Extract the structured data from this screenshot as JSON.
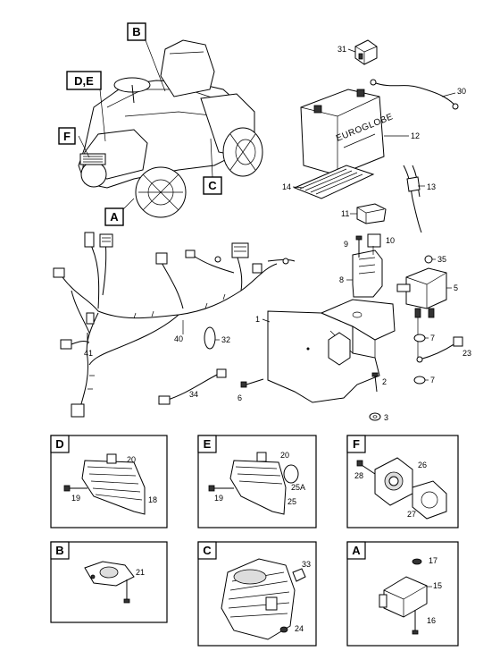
{
  "callouts": {
    "B": "B",
    "DE": "D,E",
    "F": "F",
    "C": "C",
    "A": "A"
  },
  "battery_brand": "EUROGLOBE",
  "part_numbers": {
    "p1": "1",
    "p2": "2",
    "p3": "3",
    "p5": "5",
    "p6": "6",
    "p7a": "7",
    "p7b": "7",
    "p8": "8",
    "p9": "9",
    "p10": "10",
    "p11": "11",
    "p12": "12",
    "p13": "13",
    "p14": "14",
    "p23": "23",
    "p30": "30",
    "p31": "31",
    "p32": "32",
    "p34": "34",
    "p35": "35",
    "p40": "40",
    "p41": "41"
  },
  "panels": {
    "D": {
      "title": "D",
      "labels": {
        "a": "20",
        "b": "19",
        "c": "18"
      }
    },
    "E": {
      "title": "E",
      "labels": {
        "a": "20",
        "b": "19",
        "c": "25",
        "d": "25A"
      }
    },
    "F": {
      "title": "F",
      "labels": {
        "a": "28",
        "b": "26",
        "c": "27"
      }
    },
    "B": {
      "title": "B",
      "labels": {
        "a": "21"
      }
    },
    "C": {
      "title": "C",
      "labels": {
        "a": "33",
        "b": "24"
      }
    },
    "A": {
      "title": "A",
      "labels": {
        "a": "17",
        "b": "15",
        "c": "16"
      }
    }
  }
}
